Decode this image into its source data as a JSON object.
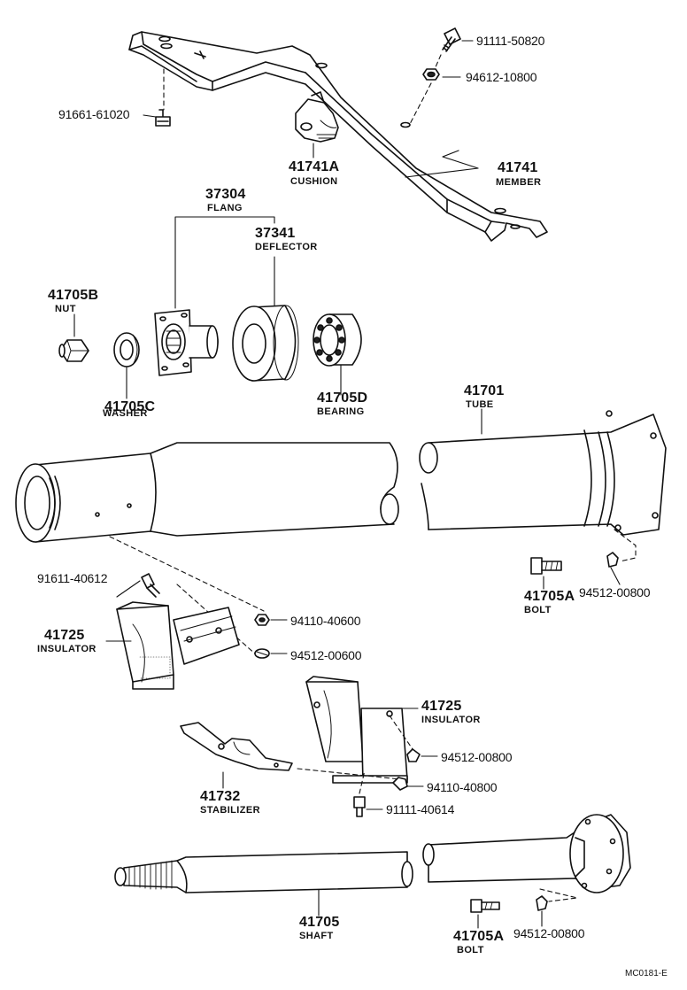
{
  "labels": {
    "p91111_50820": "91111-50820",
    "p94612_10800": "94612-10800",
    "p91661_61020": "91661-61020",
    "p41741A": "41741A",
    "cushion": "CUSHION",
    "p41741": "41741",
    "member": "MEMBER",
    "p37304": "37304",
    "flang": "FLANG",
    "p37341": "37341",
    "deflector": "DEFLECTOR",
    "p41705B": "41705B",
    "nut": "NUT",
    "p41705C": "41705C",
    "washer": "WASHER",
    "p41705D": "41705D",
    "bearing": "BEARING",
    "p41701": "41701",
    "tube": "TUBE",
    "p91611_40612": "91611-40612",
    "p41705A_1": "41705A",
    "bolt_1": "BOLT",
    "p94512_00800_1": "94512-00800",
    "p94110_40600": "94110-40600",
    "p94512_00600": "94512-00600",
    "p41725_1": "41725",
    "insulator_1": "INSULATOR",
    "p41725_2": "41725",
    "insulator_2": "INSULATOR",
    "p94512_00800_2": "94512-00800",
    "p94110_40800": "94110-40800",
    "p41732": "41732",
    "stabilizer": "STABILIZER",
    "p91111_40614": "91111-40614",
    "p41705": "41705",
    "shaft": "SHAFT",
    "p41705A_2": "41705A",
    "bolt_2": "BOLT",
    "p94512_00800_3": "94512-00800",
    "footer_code": "MC0181-E"
  }
}
